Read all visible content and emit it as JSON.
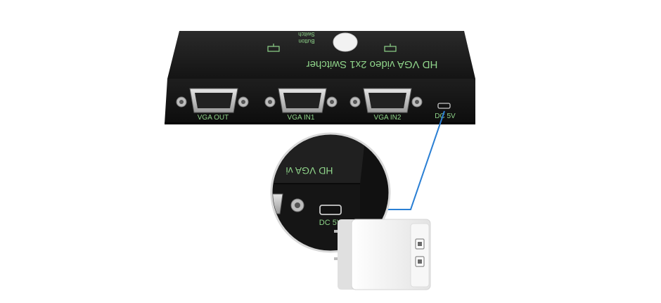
{
  "device": {
    "title": "HD VGA video 2x1 Switcher",
    "switch_label_line1": "Switch",
    "switch_label_line2": "Button",
    "ports": {
      "vga_out": "VGA OUT",
      "vga_in1": "VGA IN1",
      "vga_in2": "VGA IN2",
      "dc": "DC 5V"
    }
  },
  "zoom_inset": {
    "title_fragment": "HD VGA vi",
    "dc_label": "DC 5V"
  },
  "colors": {
    "body": "#1b1b1b",
    "label": "#8fd48a",
    "cable": "#2a7fd4",
    "adapter": "#f4f4f4"
  }
}
